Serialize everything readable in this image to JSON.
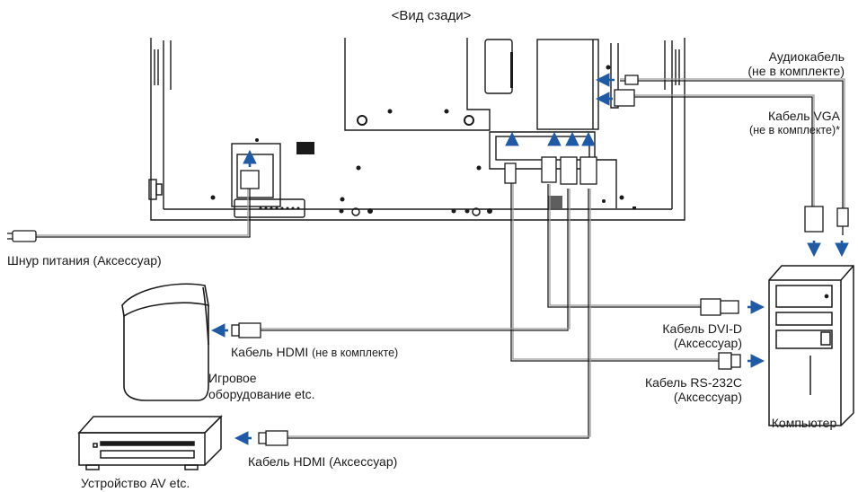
{
  "title": "<Вид сзади>",
  "labels": {
    "audio_cable": [
      "Аудиокабель",
      "(не в комплекте)"
    ],
    "vga_cable": [
      "Кабель VGA",
      "(не в комплекте)*"
    ],
    "power_cord": "Шнур питания (Аксессуар)",
    "hdmi_not_included": {
      "name": "Кабель HDMI",
      "note": "(не в комплекте)"
    },
    "game_device": [
      "Игровое",
      "оборудование etc."
    ],
    "dvi_cable": [
      "Кабель DVI-D",
      "(Аксессуар)"
    ],
    "rs232_cable": [
      "Кабель RS-232C",
      "(Аксессуар)"
    ],
    "computer": "Компьютер",
    "hdmi_accessory": "Кабель HDMI (Аксессуар)",
    "av_device": "Устройство AV etc."
  },
  "colors": {
    "line": "#1a1a1a",
    "arrow": "#1f5aa6",
    "cable_gray": "#9a9a9a"
  }
}
